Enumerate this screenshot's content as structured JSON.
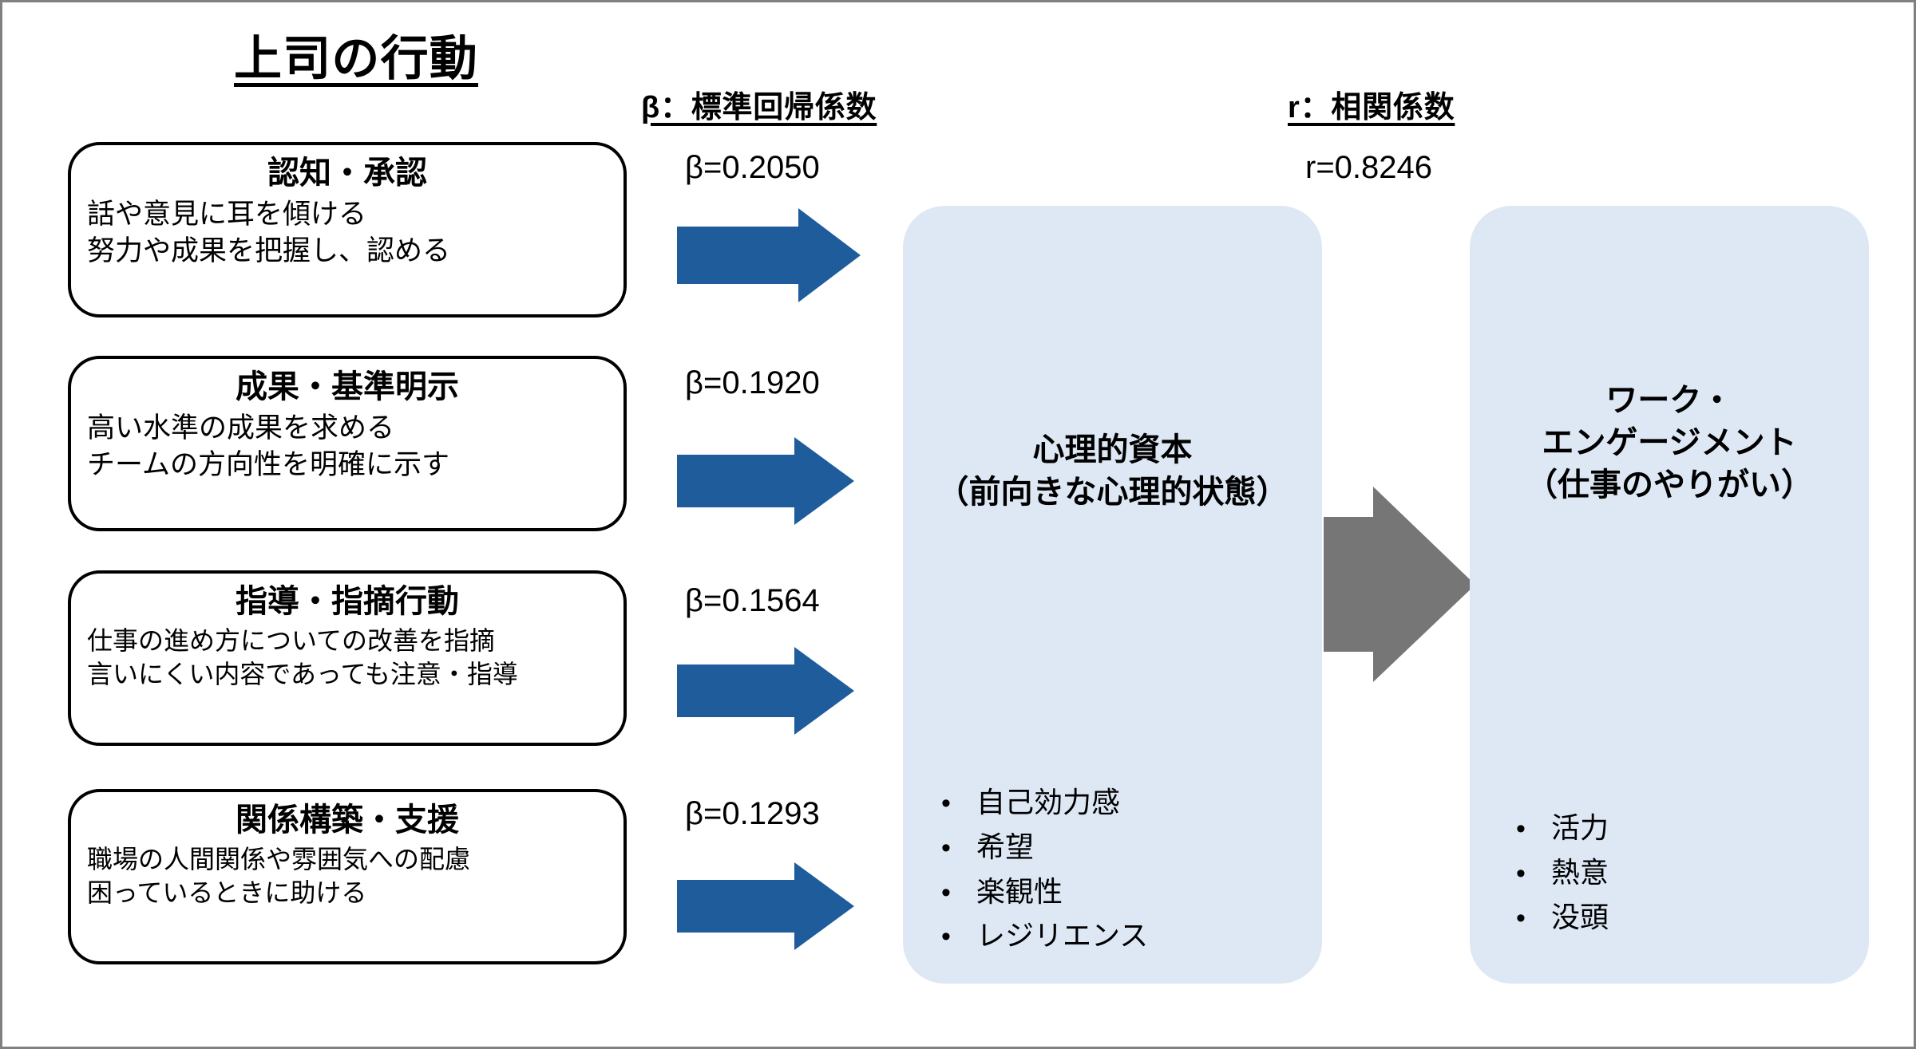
{
  "headings": {
    "supervisor_behavior": "上司の行動",
    "beta_legend": "β：標準回帰係数",
    "r_legend": "r：相関係数"
  },
  "colors": {
    "arrow_blue": "#1F5C9B",
    "arrow_gray": "#767676",
    "panel_blue": "#DEE8F5",
    "border_gray": "#808080",
    "text_black": "#000000"
  },
  "behaviors": [
    {
      "title": "認知・承認",
      "lines": [
        "話や意見に耳を傾ける",
        "努力や成果を把握し、認める"
      ],
      "beta_label": "β=0.2050"
    },
    {
      "title": "成果・基準明示",
      "lines": [
        "高い水準の成果を求める",
        "チームの方向性を明確に示す"
      ],
      "beta_label": "β=0.1920"
    },
    {
      "title": "指導・指摘行動",
      "lines": [
        "仕事の進め方についての改善を指摘",
        "言いにくい内容であっても注意・指導"
      ],
      "beta_label": "β=0.1564"
    },
    {
      "title": "関係構築・支援",
      "lines": [
        "職場の人間関係や雰囲気への配慮",
        "困っているときに助ける"
      ],
      "beta_label": "β=0.1293"
    }
  ],
  "correlation": {
    "r_label": "r=0.8246"
  },
  "psychological_capital": {
    "title_line1": "心理的資本",
    "title_line2": "（前向きな心理的状態）",
    "items": [
      "自己効力感",
      "希望",
      "楽観性",
      "レジリエンス"
    ],
    "bullet": "•"
  },
  "work_engagement": {
    "title_line1": "ワーク・",
    "title_line2": "エンゲージメント",
    "title_line3": "（仕事のやりがい）",
    "items": [
      "活力",
      "熱意",
      "没頭"
    ],
    "bullet": "•"
  },
  "chart_data": {
    "type": "diagram",
    "title": "上司の行動 → 心理的資本 → ワーク・エンゲージメント",
    "paths": [
      {
        "from": "認知・承認",
        "to": "心理的資本",
        "stat": "β",
        "value": 0.205,
        "label": "β=0.2050"
      },
      {
        "from": "成果・基準明示",
        "to": "心理的資本",
        "stat": "β",
        "value": 0.192,
        "label": "β=0.1920"
      },
      {
        "from": "指導・指摘行動",
        "to": "心理的資本",
        "stat": "β",
        "value": 0.1564,
        "label": "β=0.1564"
      },
      {
        "from": "関係構築・支援",
        "to": "心理的資本",
        "stat": "β",
        "value": 0.1293,
        "label": "β=0.1293"
      },
      {
        "from": "心理的資本",
        "to": "ワーク・エンゲージメント",
        "stat": "r",
        "value": 0.8246,
        "label": "r=0.8246"
      }
    ],
    "legend": [
      "β：標準回帰係数",
      "r：相関係数"
    ]
  }
}
